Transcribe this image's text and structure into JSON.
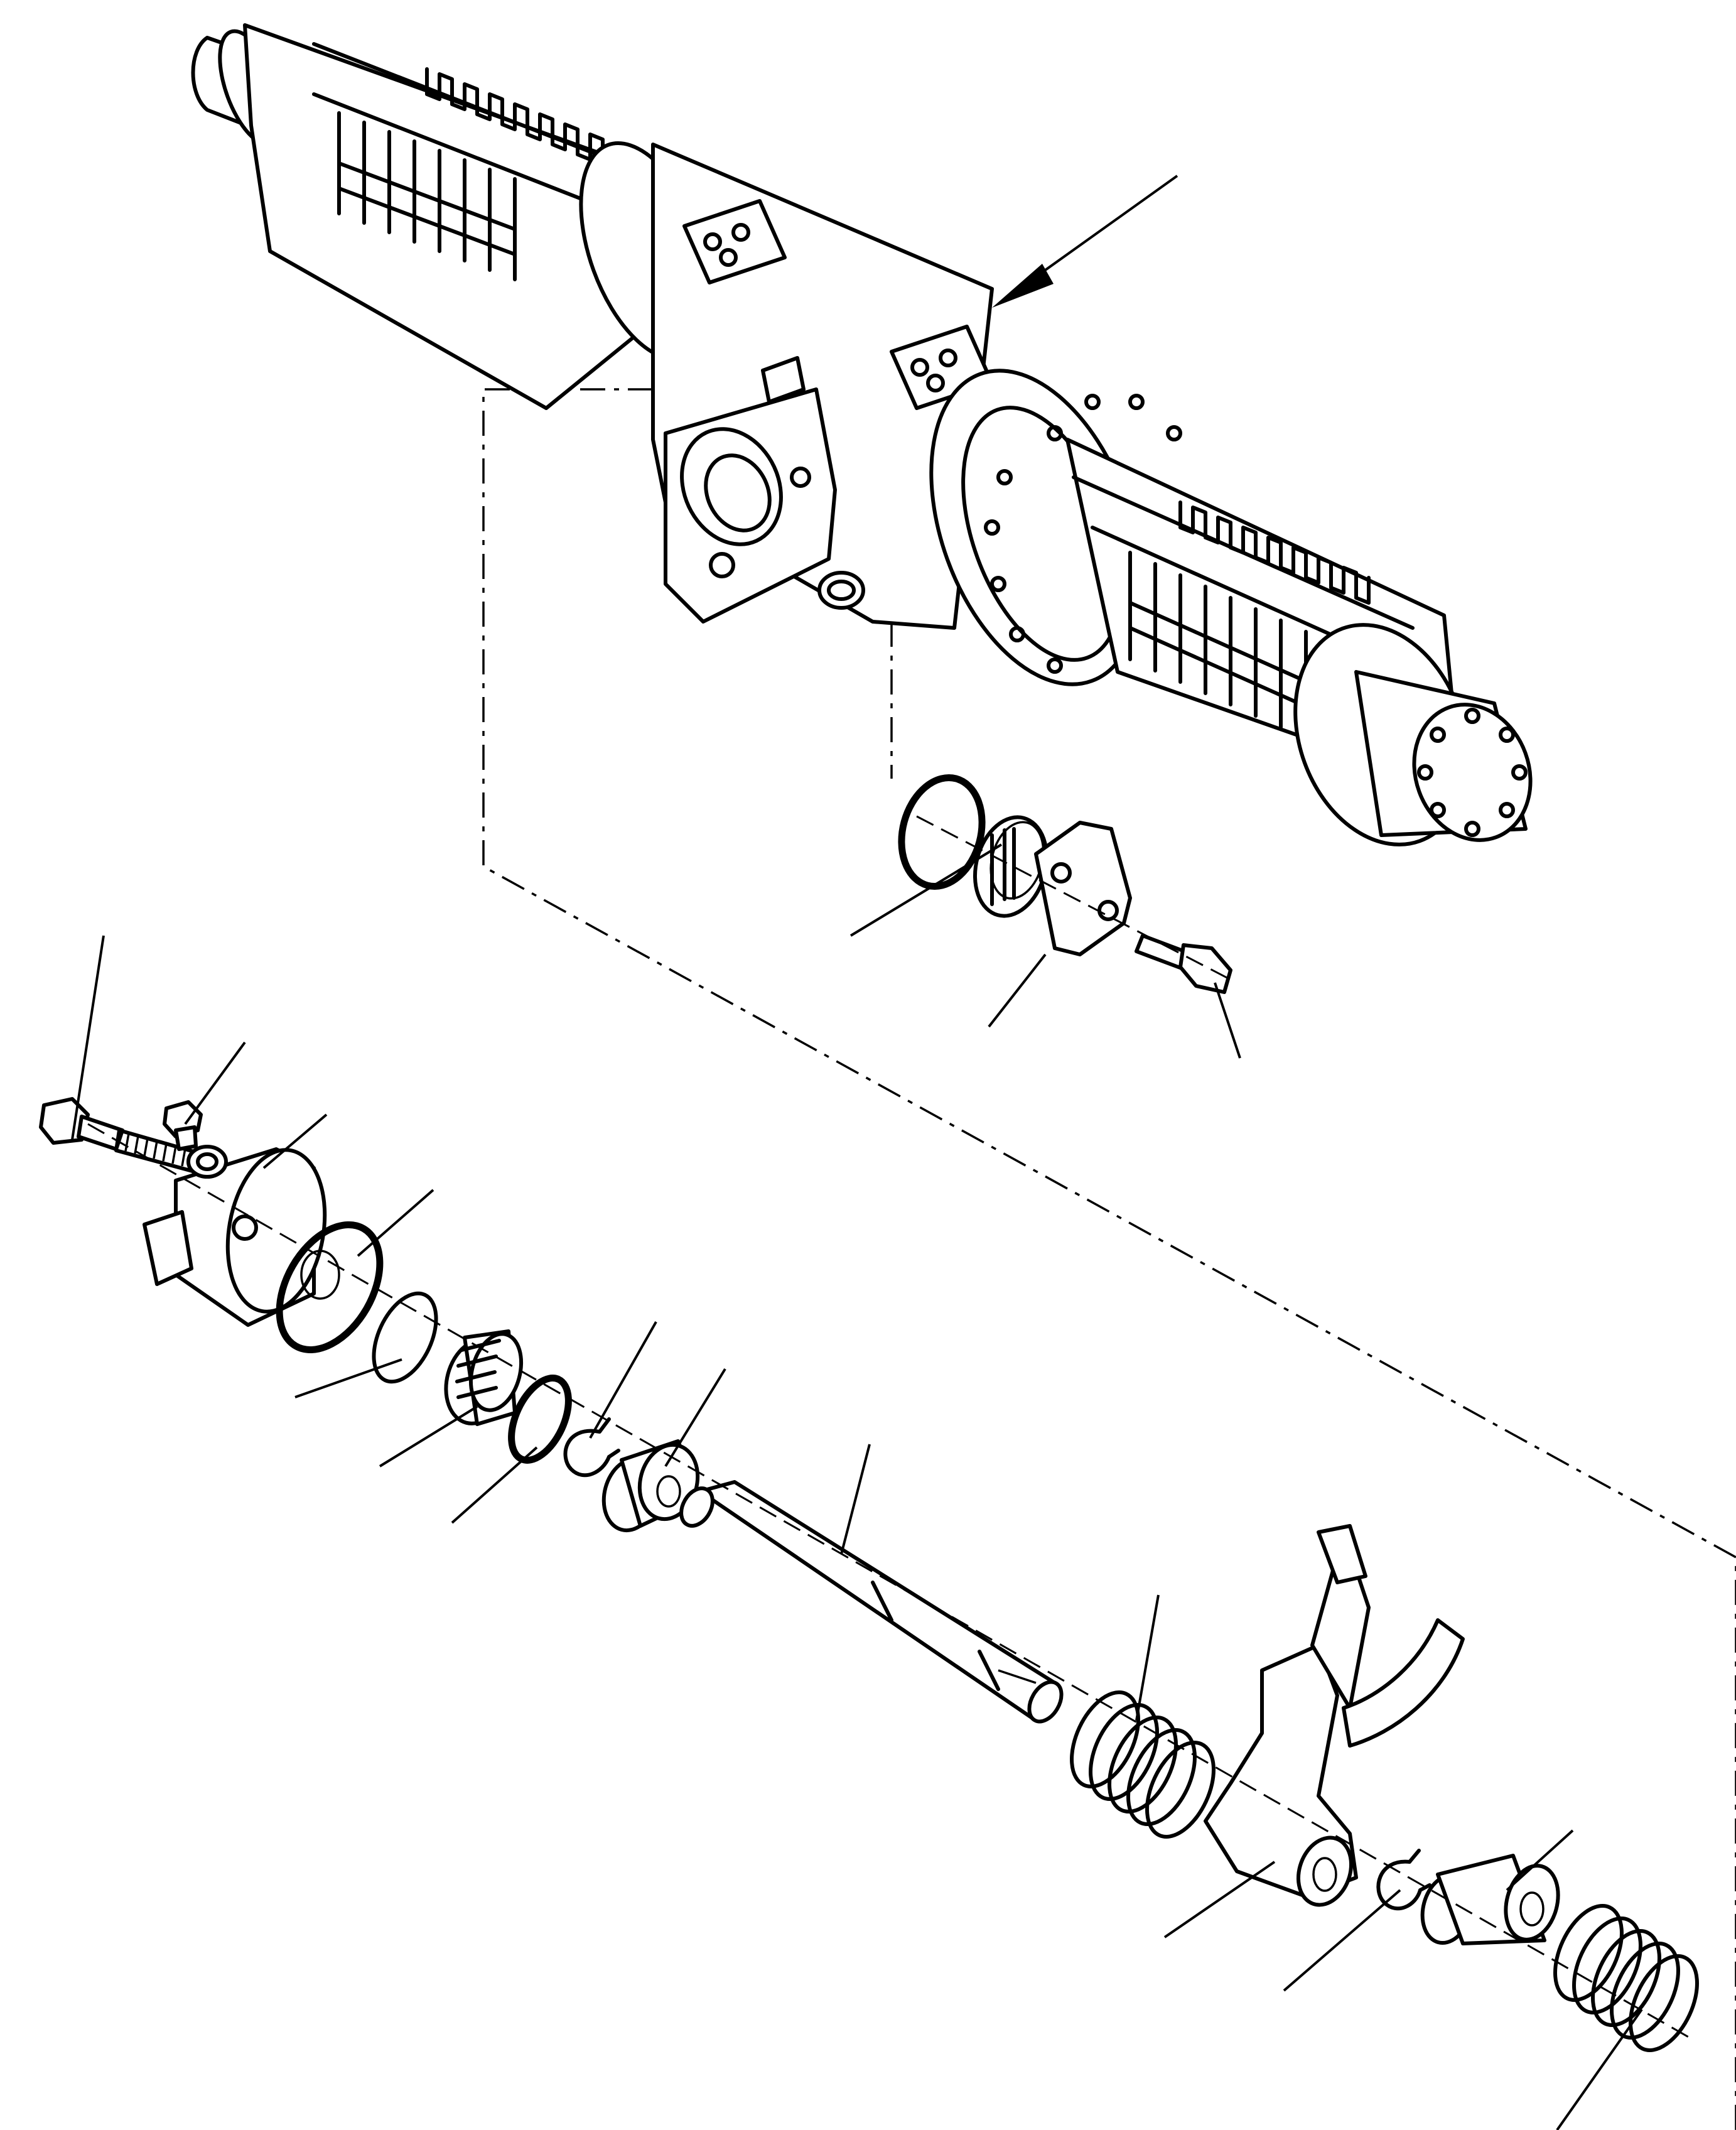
{
  "diagram": {
    "kind": "exploded-parts-drawing",
    "colors": {
      "line": "#000000",
      "background": "#ffffff"
    },
    "parts": [
      "axle-housing",
      "o-ring-upper",
      "plug-flange",
      "flange-bolt",
      "long-bolt",
      "set-screw",
      "shift-cylinder",
      "o-ring-large",
      "o-ring-small",
      "piston",
      "o-ring-piston",
      "snap-ring",
      "bushing",
      "shift-shaft",
      "spring-upper",
      "shift-fork",
      "snap-ring-lower",
      "sleeve",
      "spring-lower"
    ]
  }
}
